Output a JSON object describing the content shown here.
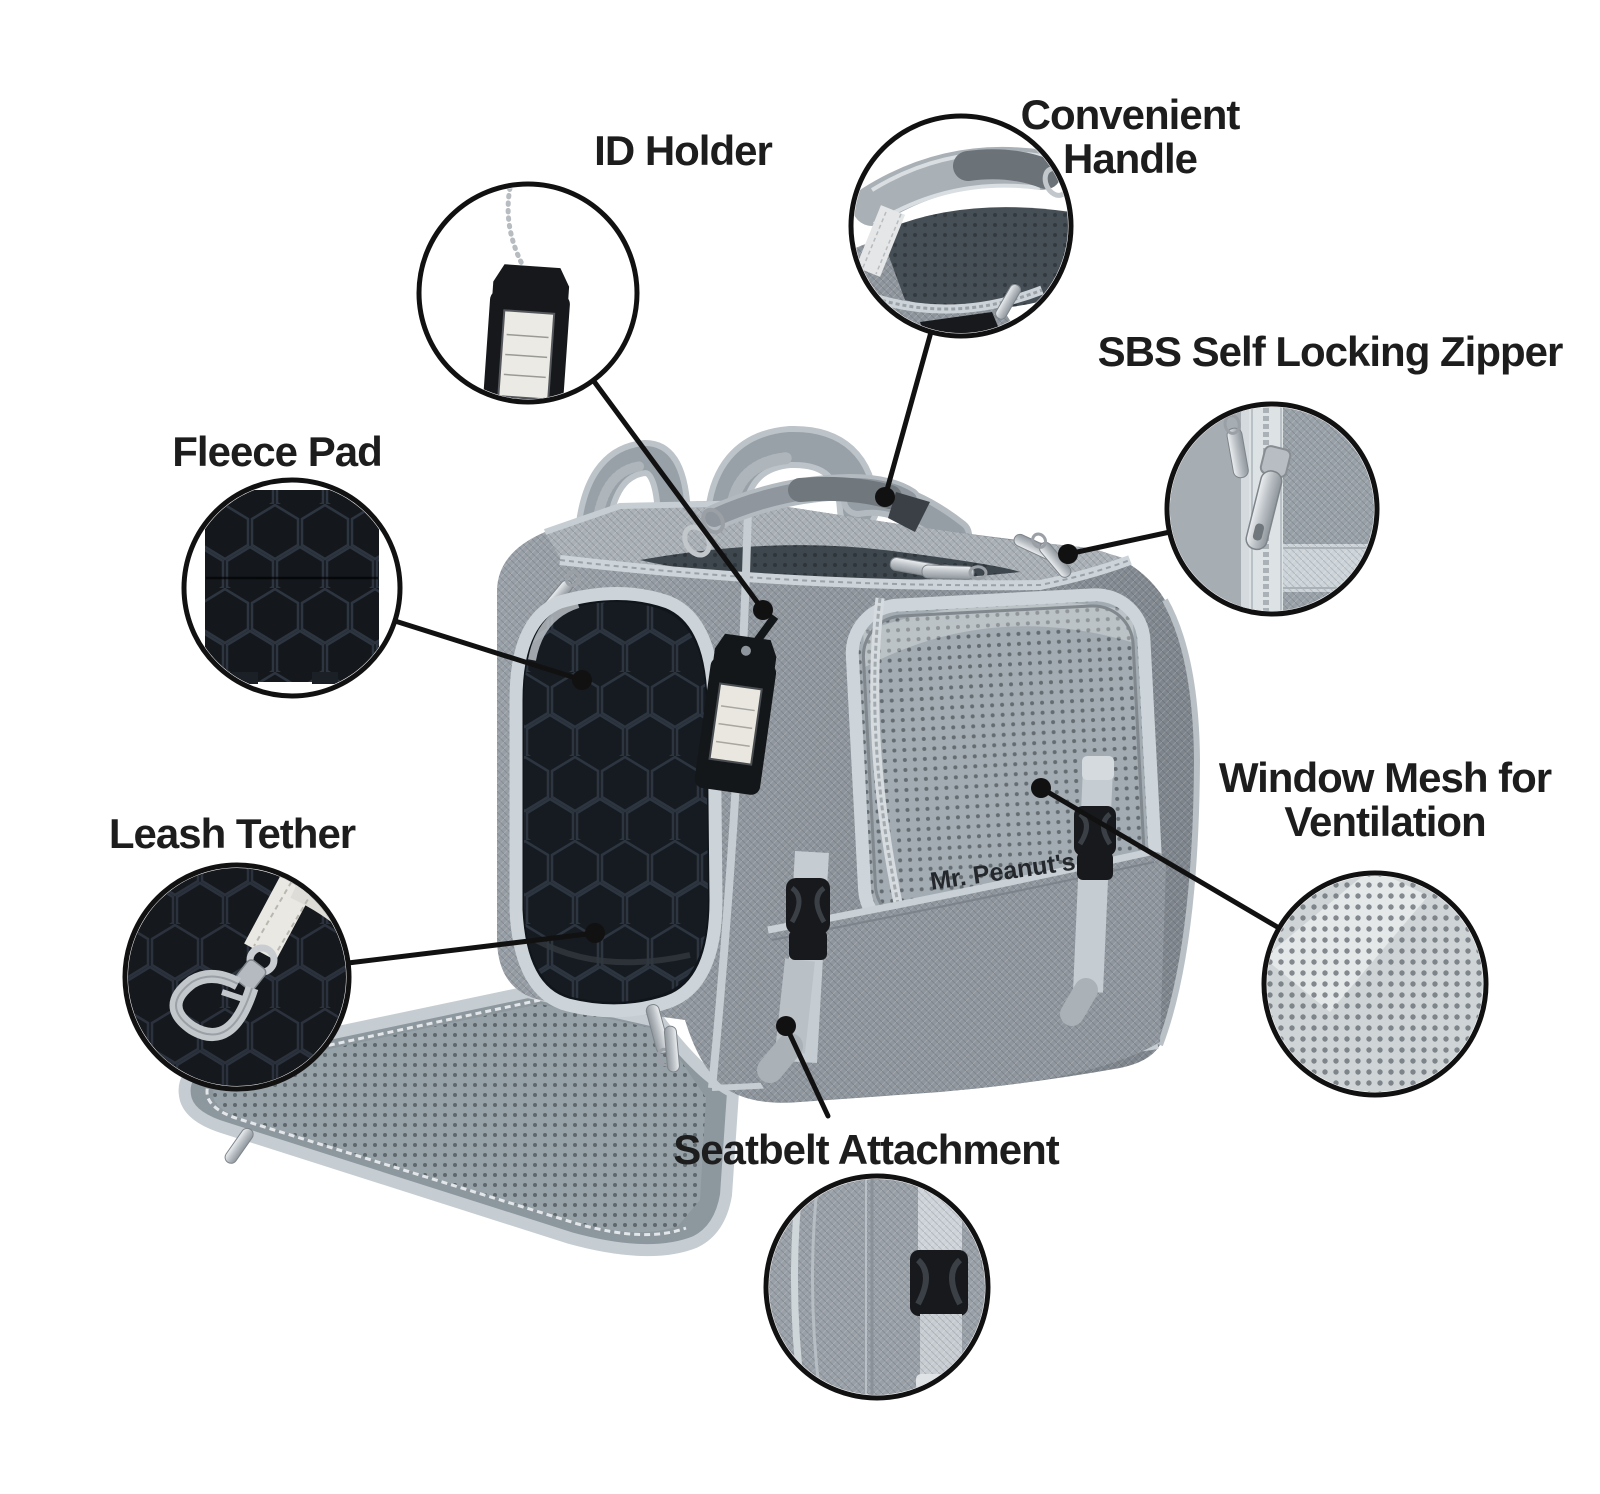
{
  "page": {
    "title": "Pet carrier feature diagram",
    "background": "#ffffff"
  },
  "product": {
    "logo": "Mr. Peanut's",
    "paw_icon": "paw-in-oval"
  },
  "annotations": [
    {
      "id": "id-holder",
      "label": "ID Holder"
    },
    {
      "id": "convenient-handle",
      "label": "Convenient Handle",
      "lines": [
        "Convenient",
        "Handle"
      ]
    },
    {
      "id": "sbs-zipper",
      "label": "SBS Self Locking Zipper"
    },
    {
      "id": "fleece-pad",
      "label": "Fleece Pad"
    },
    {
      "id": "leash-tether",
      "label": "Leash Tether"
    },
    {
      "id": "window-mesh",
      "label": "Window Mesh for Ventilation",
      "lines": [
        "Window Mesh for",
        "Ventilation"
      ]
    },
    {
      "id": "seatbelt",
      "label": "Seatbelt Attachment"
    }
  ],
  "colors": {
    "ink": "#1d1d1d",
    "callout_line": "#111111",
    "fabric_gray": "#939aa1",
    "fabric_light": "#a9b0b6",
    "trim_silver": "#ccd4d9",
    "mesh_gray": "#a2acb2",
    "interior_black": "#14171c",
    "strap_gray": "#c6cdd2",
    "buckle_black": "#17191d",
    "metal_silver": "#c9cdd1",
    "card_white": "#e9e7e0"
  }
}
